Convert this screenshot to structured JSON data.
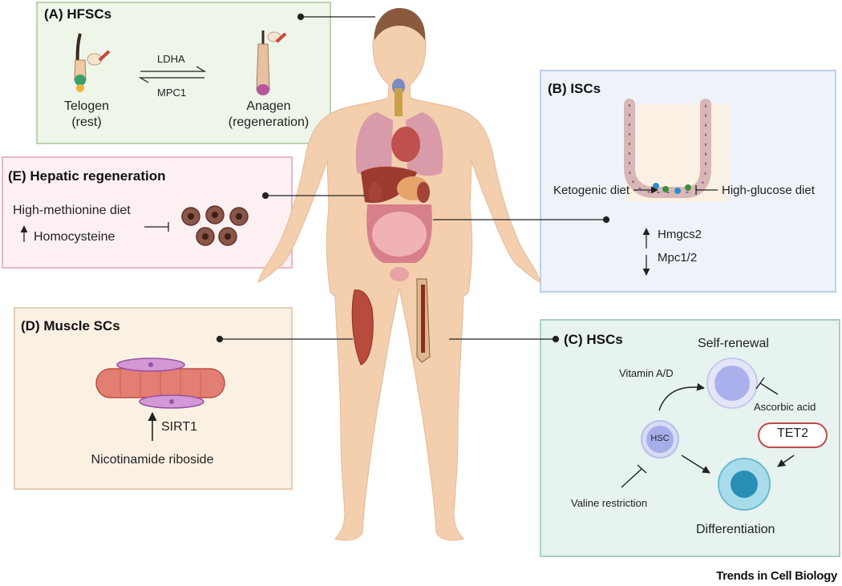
{
  "colors": {
    "hfsc_fill": "#eef5e9",
    "hfsc_border": "#b9d4b0",
    "isc_fill": "#eef3fa",
    "isc_border": "#bcd0ea",
    "hepatic_fill": "#fdf0f3",
    "hepatic_border": "#e8b6c8",
    "muscle_fill": "#fbf1e3",
    "muscle_border": "#e6cfb6",
    "hsc_fill": "#e6f3ee",
    "hsc_border": "#a9cfc0",
    "skin": "#f3cfae",
    "tet2_border": "#c0494b"
  },
  "panels": {
    "hfsc": {
      "title": "(A) HFSCs",
      "telogen": "Telogen",
      "telogen_sub": "(rest)",
      "anagen": "Anagen",
      "anagen_sub": "(regeneration)",
      "forward": "LDHA",
      "reverse": "MPC1"
    },
    "isc": {
      "title": "(B) ISCs",
      "ketogenic": "Ketogenic diet",
      "high_glucose": "High-glucose diet",
      "up": "Hmgcs2",
      "down": "Mpc1/2"
    },
    "hsc": {
      "title": "(C) HSCs",
      "self_renewal": "Self-renewal",
      "vitamin": "Vitamin A/D",
      "ascorbic": "Ascorbic acid",
      "tet2": "TET2",
      "hsc_cell": "HSC",
      "valine": "Valine restriction",
      "differentiation": "Differentiation"
    },
    "muscle": {
      "title": "(D) Muscle SCs",
      "sirt1": "SIRT1",
      "nr": "Nicotinamide riboside"
    },
    "hepatic": {
      "title": "(E) Hepatic regeneration",
      "diet": "High-methionine diet",
      "homocysteine": "Homocysteine"
    }
  },
  "credit": "Trends in Cell Biology"
}
